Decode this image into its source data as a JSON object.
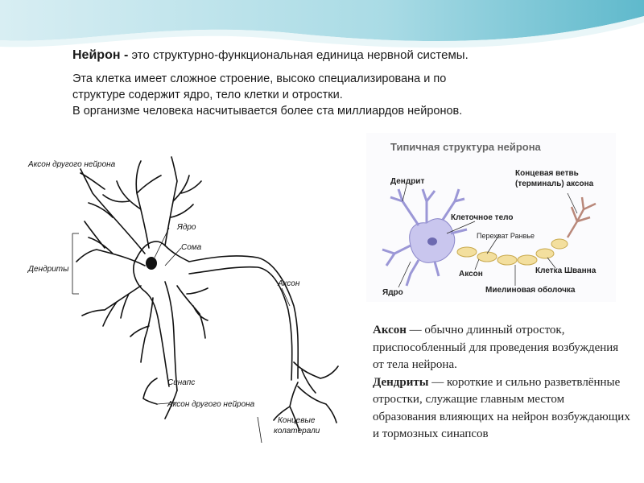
{
  "header": {
    "term": "Нейрон -",
    "definition": " это структурно-функциональная единица нервной системы."
  },
  "paragraph": {
    "line1": "Эта клетка имеет сложное строение, высоко специализирована и по",
    "line2": "структуре содержит ядро, тело клетки и отростки.",
    "line3": "В организме человека насчитывается более ста миллиардов нейронов."
  },
  "left_diagram": {
    "labels": {
      "axon_other_top": "Аксон другого нейрона",
      "nucleus": "Ядро",
      "soma": "Сома",
      "dendrites": "Дендриты",
      "axon": "Аксон",
      "synapse": "Синапс",
      "axon_other_bottom": "Аксон другого нейрона",
      "terminal_1": "Концевые",
      "terminal_2": "колатерали"
    }
  },
  "right_diagram": {
    "title": "Типичная структура нейрона",
    "labels": {
      "dendrite": "Дендрит",
      "terminal_1": "Концевая ветвь",
      "terminal_2": "(терминаль) аксона",
      "cell_body": "Клеточное тело",
      "node": "Перехват Ранвье",
      "schwann": "Клетка Шванна",
      "axon": "Аксон",
      "nucleus": "Ядро",
      "myelin": "Миелиновая оболочка"
    }
  },
  "description": {
    "axon_term": "Аксон",
    "axon_text": " — обычно длинный отросток, приспособленный для проведения возбуждения от тела нейрона.",
    "dendrite_term": "Дендриты",
    "dendrite_text": " — короткие и сильно разветвлённые отростки, служащие главным местом образования влияющих на нейрон возбуждающих и тормозных синапсов"
  },
  "colors": {
    "wave_top": "#bfe4ec",
    "wave_mid": "#7fc8d6",
    "neuron_fill": "#c9c6ee",
    "myelin": "#f3df9e"
  }
}
